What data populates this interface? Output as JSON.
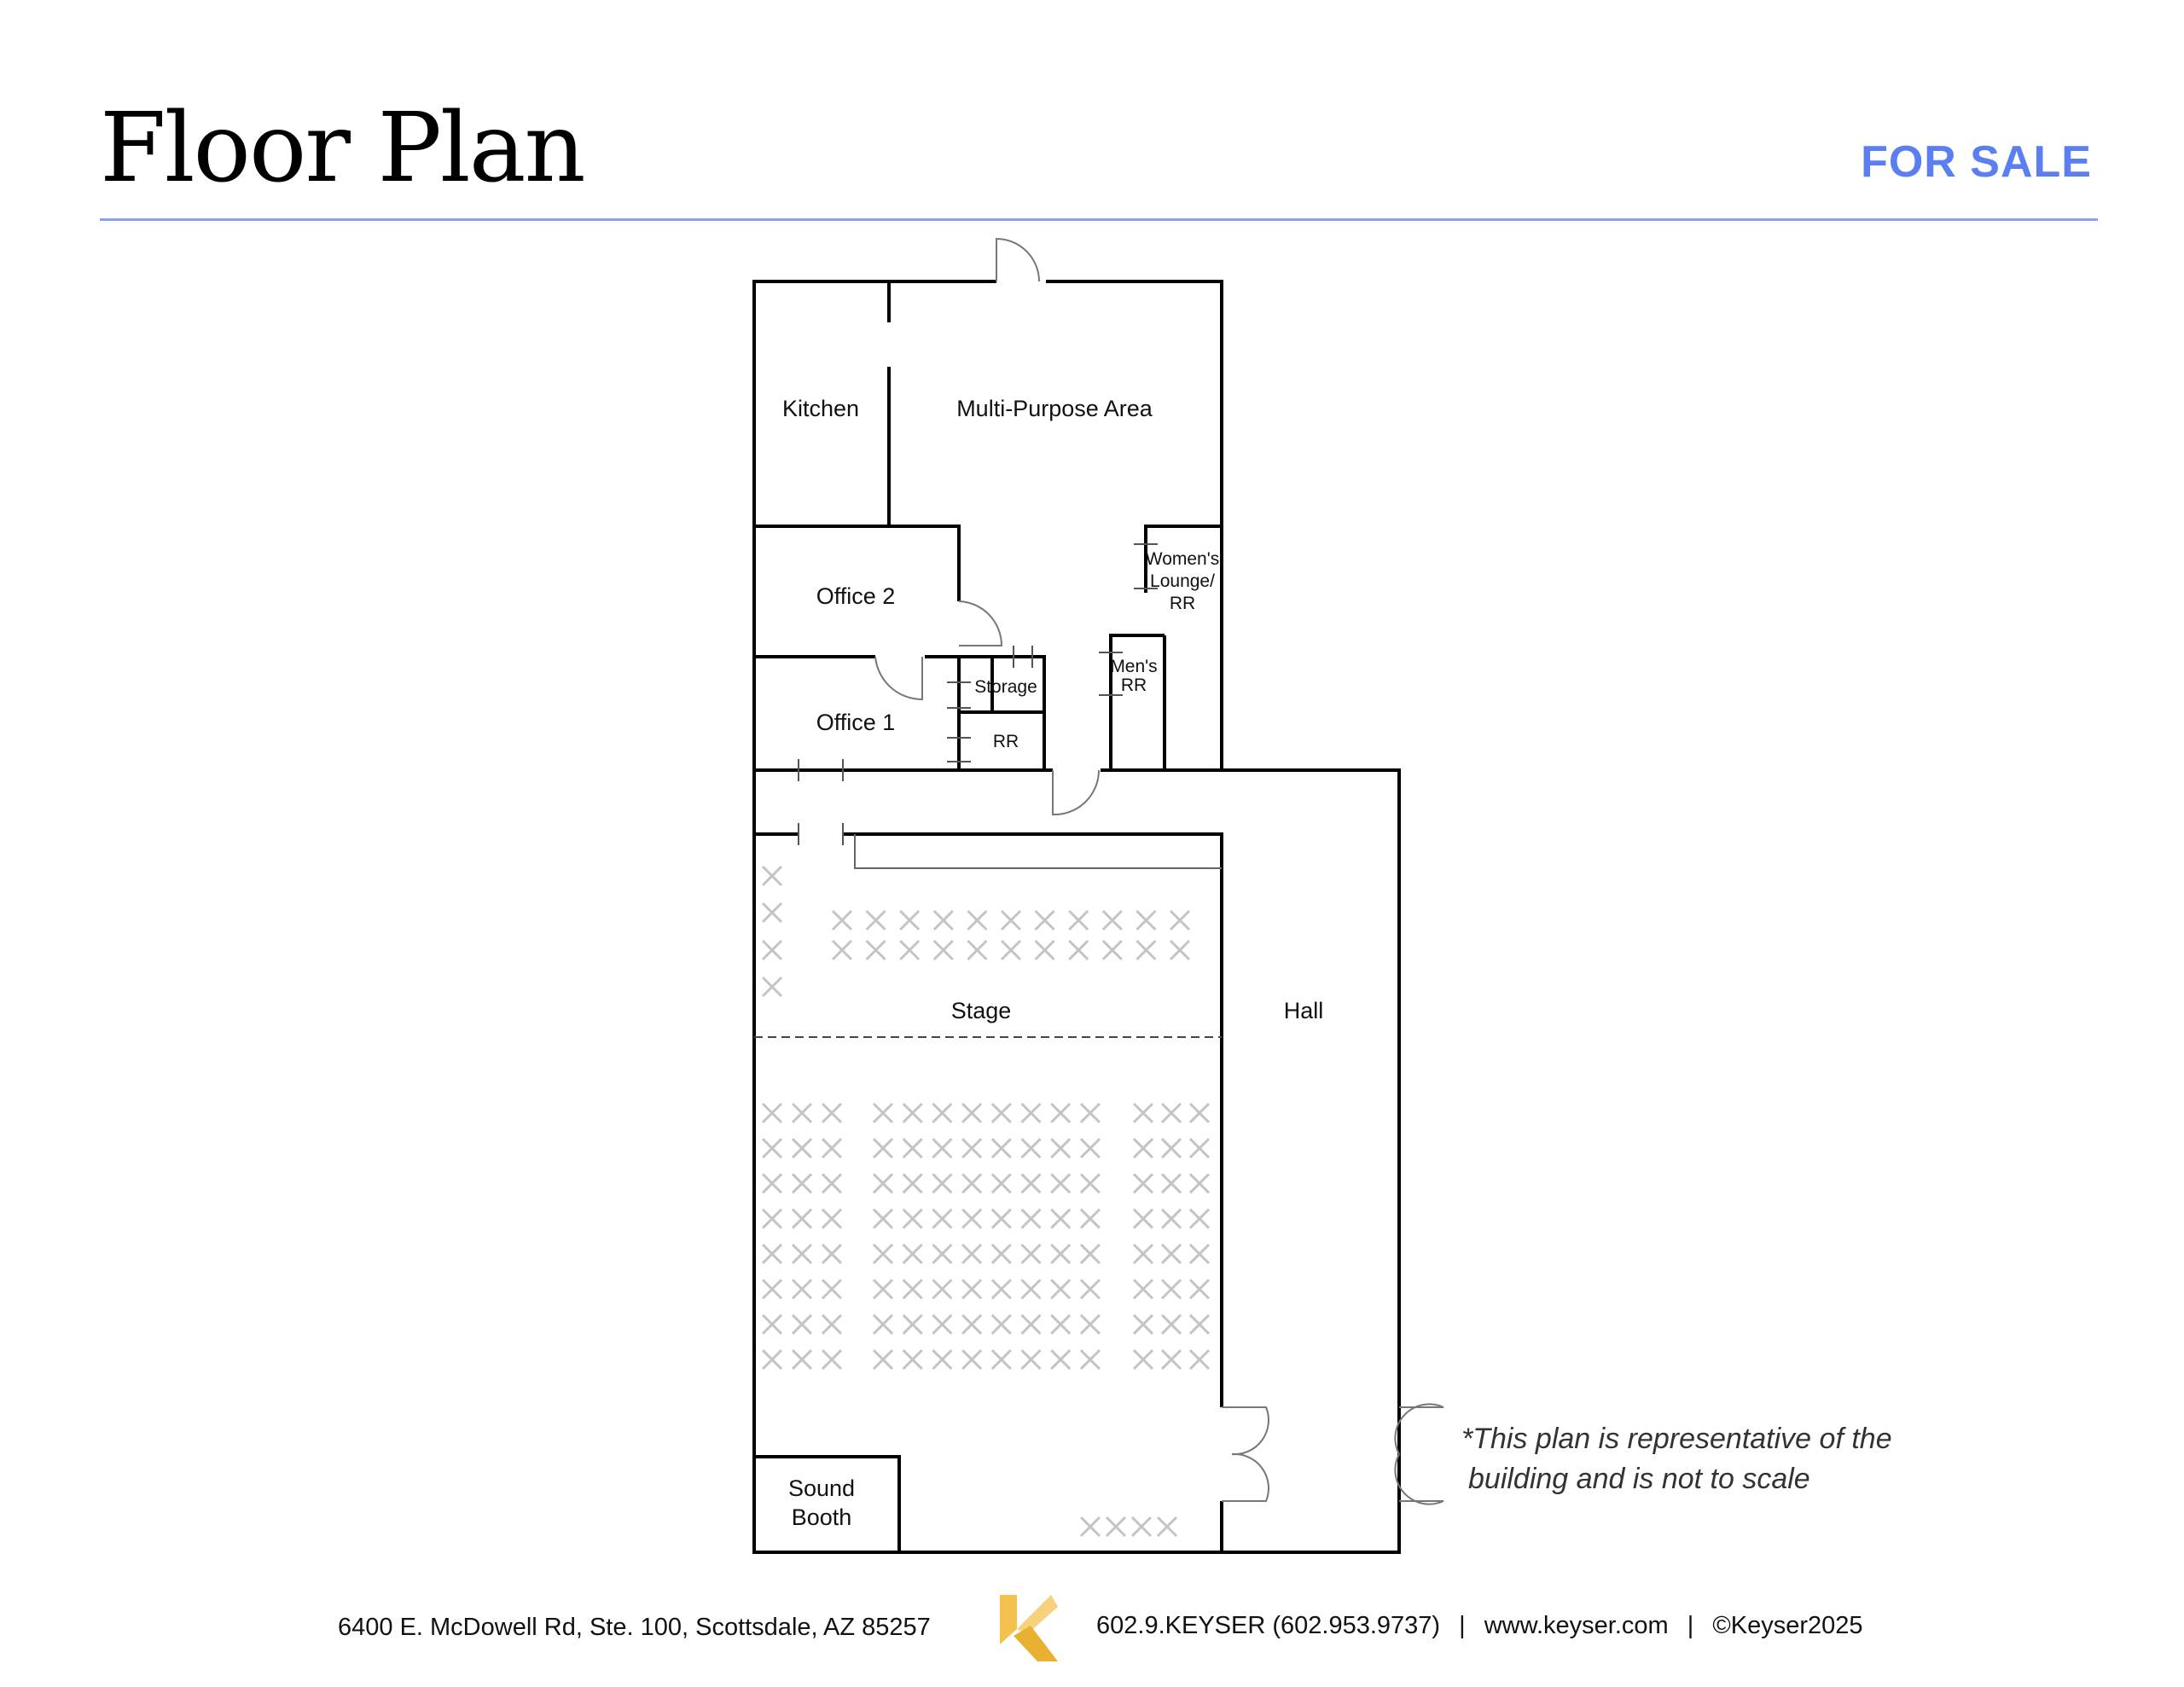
{
  "header": {
    "title": "Floor Plan",
    "badge": "FOR SALE",
    "badge_color": "#5b7ef0"
  },
  "plan": {
    "rooms": {
      "kitchen": "Kitchen",
      "multi_purpose": "Multi-Purpose Area",
      "office2": "Office 2",
      "office1": "Office 1",
      "storage": "Storage",
      "rr": "RR",
      "womens_1": "Women's",
      "womens_2": "Lounge/",
      "womens_3": "RR",
      "mens_1": "Men's",
      "mens_2": "RR",
      "stage": "Stage",
      "hall": "Hall",
      "sound_1": "Sound",
      "sound_2": "Booth"
    }
  },
  "note": {
    "line1": "*This plan is representative of the",
    "line2": "building and is not to scale"
  },
  "footer": {
    "address": "6400 E. McDowell Rd, Ste. 100, Scottsdale, AZ 85257",
    "phone": "602.9.KEYSER (602.953.9737)",
    "separator": "|",
    "website": "www.keyser.com",
    "copyright": "©Keyser2025",
    "logo_color": "#f2c14e"
  }
}
